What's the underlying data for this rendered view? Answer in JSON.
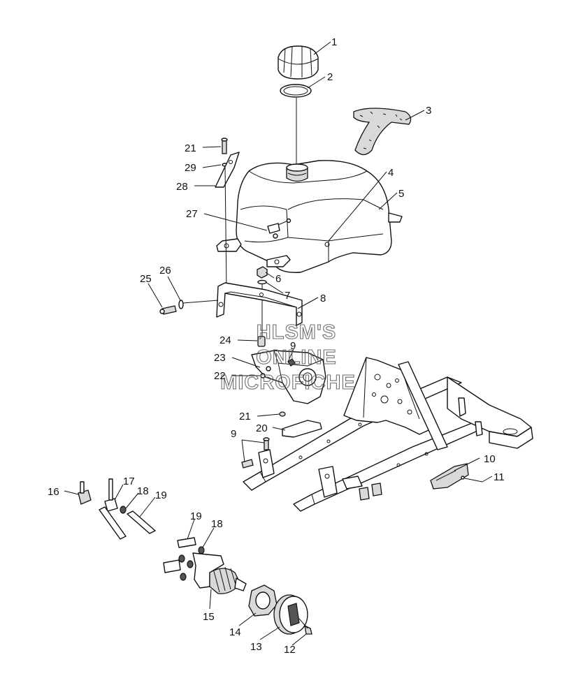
{
  "watermark": {
    "lines": [
      "HLSM'S",
      "ONLINE",
      "MICROFICHE"
    ]
  },
  "callouts": [
    {
      "id": "c1",
      "label": "1"
    },
    {
      "id": "c2",
      "label": "2"
    },
    {
      "id": "c3",
      "label": "3"
    },
    {
      "id": "c4",
      "label": "4"
    },
    {
      "id": "c5",
      "label": "5"
    },
    {
      "id": "c6",
      "label": "6"
    },
    {
      "id": "c7",
      "label": "7"
    },
    {
      "id": "c8",
      "label": "8"
    },
    {
      "id": "c9a",
      "label": "9"
    },
    {
      "id": "c9b",
      "label": "9"
    },
    {
      "id": "c10",
      "label": "10"
    },
    {
      "id": "c11",
      "label": "11"
    },
    {
      "id": "c12",
      "label": "12"
    },
    {
      "id": "c13",
      "label": "13"
    },
    {
      "id": "c14",
      "label": "14"
    },
    {
      "id": "c15",
      "label": "15"
    },
    {
      "id": "c16",
      "label": "16"
    },
    {
      "id": "c17",
      "label": "17"
    },
    {
      "id": "c18a",
      "label": "18"
    },
    {
      "id": "c18b",
      "label": "18"
    },
    {
      "id": "c19a",
      "label": "19"
    },
    {
      "id": "c19b",
      "label": "19"
    },
    {
      "id": "c20",
      "label": "20"
    },
    {
      "id": "c21a",
      "label": "21"
    },
    {
      "id": "c21b",
      "label": "21"
    },
    {
      "id": "c22",
      "label": "22"
    },
    {
      "id": "c23",
      "label": "23"
    },
    {
      "id": "c24",
      "label": "24"
    },
    {
      "id": "c25",
      "label": "25"
    },
    {
      "id": "c26",
      "label": "26"
    },
    {
      "id": "c27",
      "label": "27"
    },
    {
      "id": "c28",
      "label": "28"
    },
    {
      "id": "c29",
      "label": "29"
    }
  ]
}
